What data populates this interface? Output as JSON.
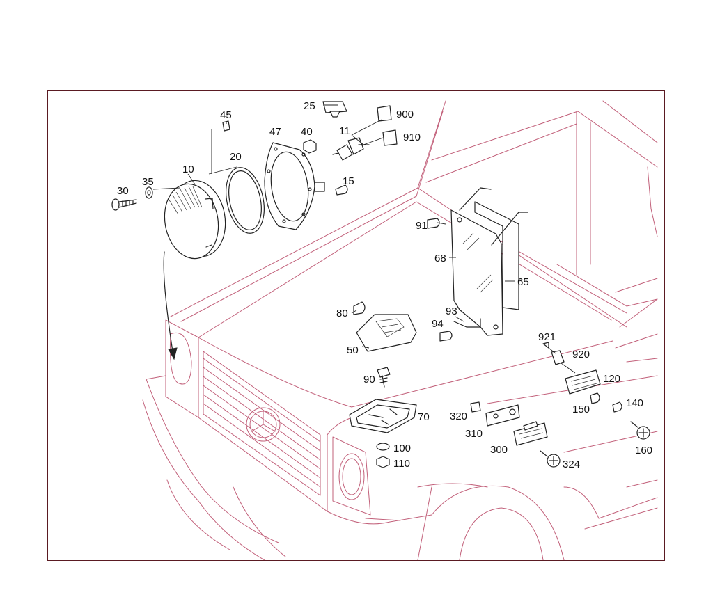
{
  "callouts": [
    {
      "id": "45",
      "text": "45"
    },
    {
      "id": "25",
      "text": "25"
    },
    {
      "id": "900",
      "text": "900"
    },
    {
      "id": "47",
      "text": "47"
    },
    {
      "id": "40",
      "text": "40"
    },
    {
      "id": "11",
      "text": "11"
    },
    {
      "id": "910",
      "text": "910"
    },
    {
      "id": "10",
      "text": "10"
    },
    {
      "id": "20",
      "text": "20"
    },
    {
      "id": "35",
      "text": "35"
    },
    {
      "id": "30",
      "text": "30"
    },
    {
      "id": "15",
      "text": "15"
    },
    {
      "id": "91",
      "text": "91"
    },
    {
      "id": "68",
      "text": "68"
    },
    {
      "id": "65",
      "text": "65"
    },
    {
      "id": "80",
      "text": "80"
    },
    {
      "id": "93",
      "text": "93"
    },
    {
      "id": "94",
      "text": "94"
    },
    {
      "id": "50",
      "text": "50"
    },
    {
      "id": "921",
      "text": "921"
    },
    {
      "id": "920",
      "text": "920"
    },
    {
      "id": "90",
      "text": "90"
    },
    {
      "id": "120",
      "text": "120"
    },
    {
      "id": "320",
      "text": "320"
    },
    {
      "id": "70",
      "text": "70"
    },
    {
      "id": "150",
      "text": "150"
    },
    {
      "id": "140",
      "text": "140"
    },
    {
      "id": "310",
      "text": "310"
    },
    {
      "id": "100",
      "text": "100"
    },
    {
      "id": "300",
      "text": "300"
    },
    {
      "id": "160",
      "text": "160"
    },
    {
      "id": "110",
      "text": "110"
    },
    {
      "id": "324",
      "text": "324"
    }
  ]
}
